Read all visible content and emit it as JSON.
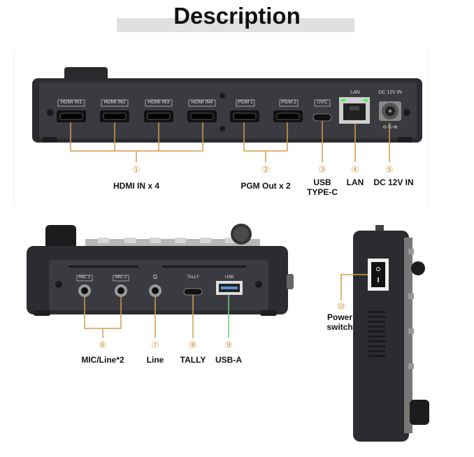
{
  "title": "Description",
  "colors": {
    "accent": "#d49b4a",
    "usb_green": "#6fcf6f",
    "device_dark": "#2f2f33",
    "device_panel": "#3a3b40"
  },
  "top_panel": {
    "ports": [
      "HDMI IN1",
      "HDMI IN2",
      "HDMI IN3",
      "HDMI IN4",
      "PGM 1",
      "PGM 2",
      "UVC",
      "LAN",
      "DC 12V IN"
    ],
    "dc_symbol": "⊖-©-⊕"
  },
  "callouts": [
    {
      "num": "①",
      "label": "HDMI IN x 4"
    },
    {
      "num": "②",
      "label": "PGM Out x 2"
    },
    {
      "num": "③",
      "label": "USB\nTYPE-C"
    },
    {
      "num": "④",
      "label": "LAN"
    },
    {
      "num": "⑤",
      "label": "DC 12V IN"
    },
    {
      "num": "⑥",
      "label": "MIC/Line*2"
    },
    {
      "num": "⑦",
      "label": "Line"
    },
    {
      "num": "⑧",
      "label": "TALLY"
    },
    {
      "num": "⑨",
      "label": "USB-A"
    },
    {
      "num": "⑩",
      "label": "Power\nswitch"
    }
  ],
  "front_panel": {
    "ports": [
      "MIC 1",
      "MIC 2",
      "Ω",
      "TALLY",
      "USB"
    ]
  }
}
